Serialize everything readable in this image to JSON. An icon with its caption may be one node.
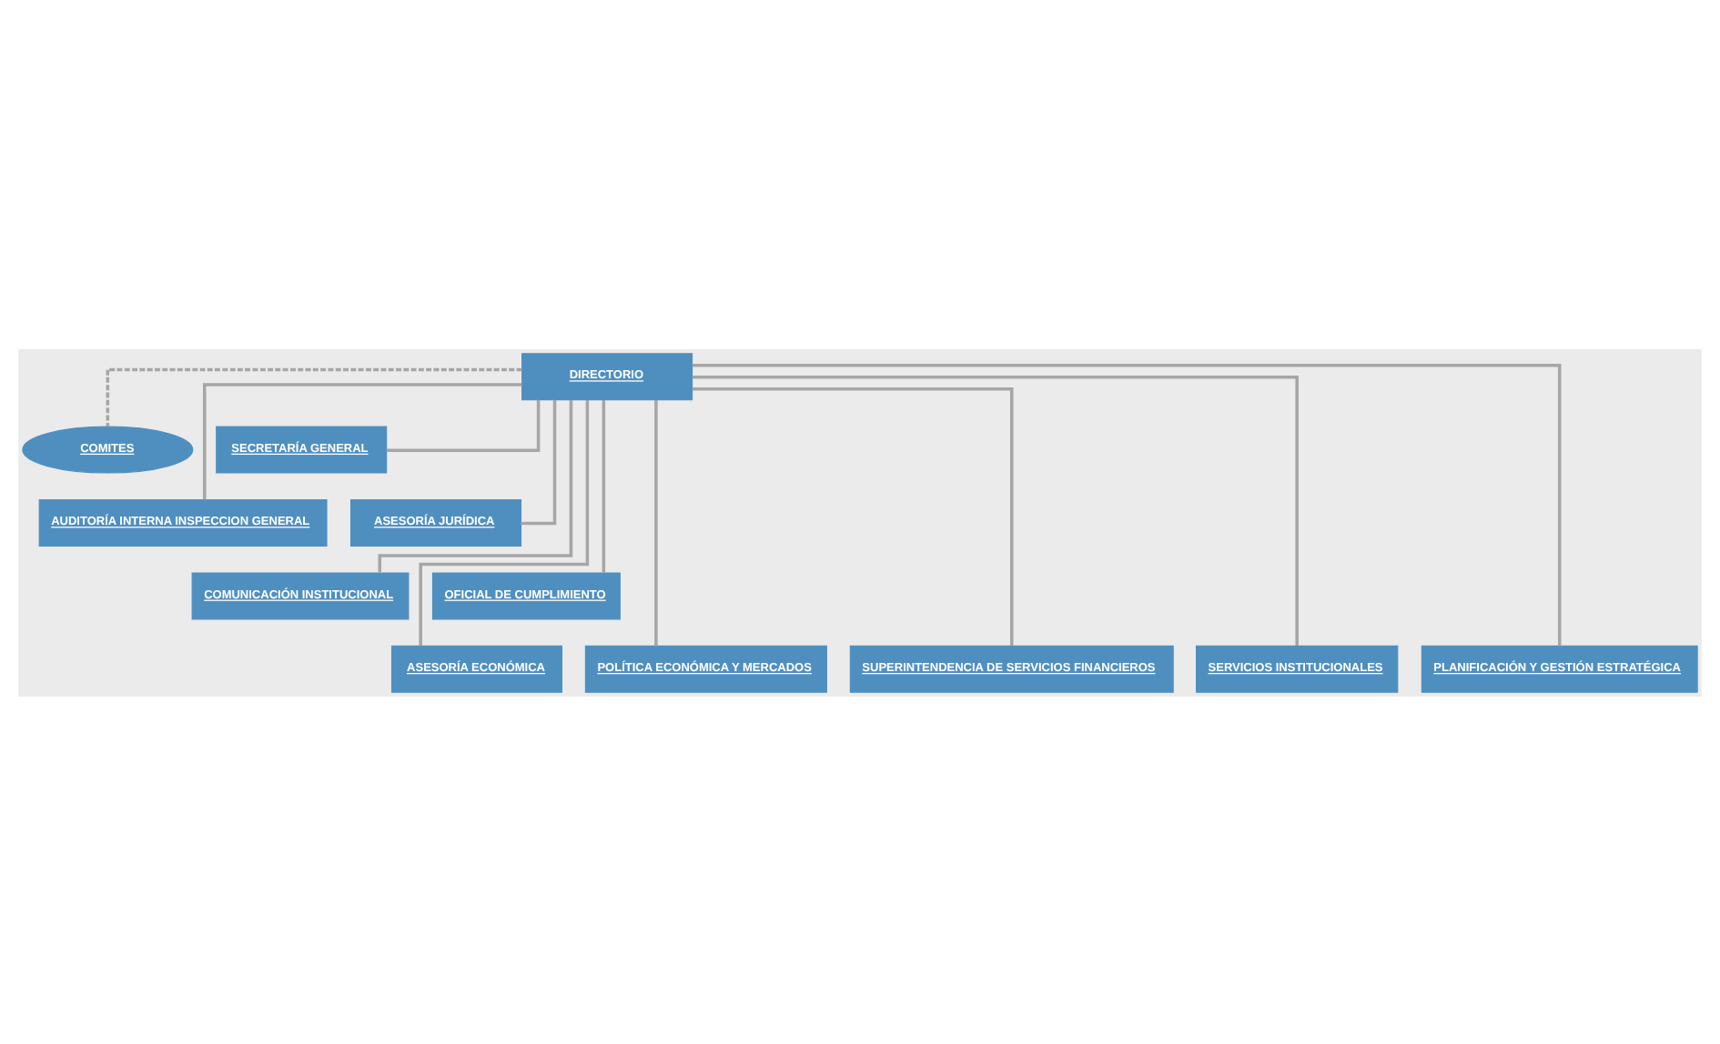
{
  "diagram": {
    "nodes": [
      {
        "text": [
          "DIRECTORIO"
        ]
      },
      {
        "text": [
          "COMITES"
        ]
      },
      {
        "text": [
          "SECRETARÍA GENERAL"
        ]
      },
      {
        "text": [
          "AUDITORÍA INTERNA INSPECCION GENERAL"
        ]
      },
      {
        "text": [
          "ASESORÍA JURÍDICA"
        ]
      },
      {
        "text": [
          "COMUNICACIÓN INSTITUCIONAL"
        ]
      },
      {
        "text": [
          "OFICIAL DE CUMPLIMIENTO"
        ]
      },
      {
        "text": [
          "ASESORÍA ECONÓMICA"
        ]
      },
      {
        "text": [
          "POLÍTICA ECONÓMICA Y MERCADOS"
        ]
      },
      {
        "text": [
          "SUPERINTENDENCIA DE SERVICIOS FINANCIEROS"
        ]
      },
      {
        "text": [
          "SERVICIOS INSTITUCIONALES"
        ]
      },
      {
        "text": [
          "PLANIFICACIÓN Y GESTIÓN ESTRATÉGICA"
        ]
      }
    ],
    "edges": [
      {
        "from": 0,
        "to": 1,
        "arrow": "none",
        "style": "dashed"
      },
      {
        "from": 0,
        "to": 2,
        "arrow": "none"
      },
      {
        "from": 0,
        "to": 3,
        "arrow": "none"
      },
      {
        "from": 0,
        "to": 4,
        "arrow": "none"
      },
      {
        "from": 0,
        "to": 5,
        "arrow": "none"
      },
      {
        "from": 0,
        "to": 6,
        "arrow": "none"
      },
      {
        "from": 0,
        "to": 7,
        "arrow": "none"
      },
      {
        "from": 0,
        "to": 8,
        "arrow": "none"
      },
      {
        "from": 0,
        "to": 9,
        "arrow": "none"
      },
      {
        "from": 0,
        "to": 10,
        "arrow": "none"
      },
      {
        "from": 0,
        "to": 11,
        "arrow": "none"
      }
    ]
  }
}
